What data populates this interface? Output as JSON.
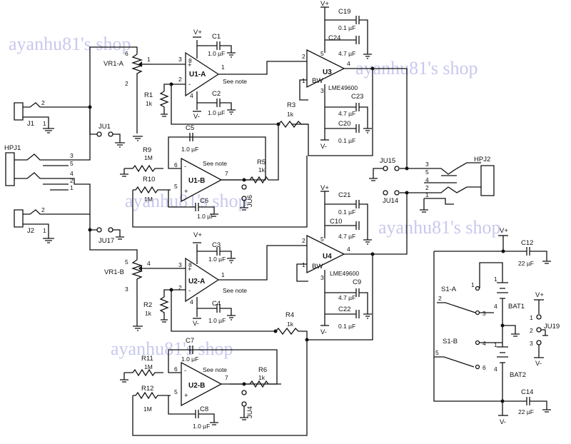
{
  "watermarks": [
    "ayanhu81's shop",
    "ayanhu81's shop",
    "ayanhu81's shop",
    "ayanhu81's shop",
    "ayanhu81's shop"
  ],
  "rails": {
    "vplus": "V+",
    "vminus": "V-"
  },
  "amps": {
    "u1a": {
      "ref": "U1-A",
      "note": "See note",
      "pins": {
        "in_p": "3",
        "in_n": "2",
        "out": "1",
        "vp": "8",
        "vm": "4"
      }
    },
    "u1b": {
      "ref": "U1-B",
      "note": "See note",
      "pins": {
        "in_p": "5",
        "in_n": "6",
        "out": "7"
      }
    },
    "u2a": {
      "ref": "U2-A",
      "note": "See note",
      "pins": {
        "in_p": "3",
        "in_n": "2",
        "out": "1",
        "vp": "8",
        "vm": "4"
      }
    },
    "u2b": {
      "ref": "U2-B",
      "note": "See note",
      "pins": {
        "in_p": "5",
        "in_n": "6",
        "out": "7"
      }
    },
    "u3": {
      "ref": "U3",
      "bw": "BW",
      "part": "LME49600",
      "pins": {
        "in": "2",
        "out": "4",
        "vp": "5",
        "vm": "3",
        "bw": "1"
      }
    },
    "u4": {
      "ref": "U4",
      "bw": "BW",
      "part": "LME49600",
      "pins": {
        "in": "2",
        "out": "4",
        "vp": "5",
        "vm": "3",
        "bw": "1"
      }
    }
  },
  "caps": {
    "c1": {
      "ref": "C1",
      "val": "1.0 µF"
    },
    "c2": {
      "ref": "C2",
      "val": "1.0 µF"
    },
    "c3": {
      "ref": "C3",
      "val": "1.0 µF"
    },
    "c4": {
      "ref": "C4",
      "val": "1.0 µF"
    },
    "c5": {
      "ref": "C5",
      "val": "1.0 µF"
    },
    "c6": {
      "ref": "C6",
      "val": "1.0 µF"
    },
    "c7": {
      "ref": "C7",
      "val": "1.0 µF"
    },
    "c8": {
      "ref": "C8",
      "val": "1.0 µF"
    },
    "c19": {
      "ref": "C19",
      "val": "0.1 µF"
    },
    "c24": {
      "ref": "C24",
      "val": "4.7 µF"
    },
    "c23": {
      "ref": "C23",
      "val": "4.7 µF"
    },
    "c20": {
      "ref": "C20",
      "val": "0.1 µF"
    },
    "c21": {
      "ref": "C21",
      "val": "0.1 µF"
    },
    "c10": {
      "ref": "C10",
      "val": "4.7 µF"
    },
    "c9": {
      "ref": "C9",
      "val": "4.7 µF"
    },
    "c22": {
      "ref": "C22",
      "val": "0.1 µF"
    },
    "c12": {
      "ref": "C12",
      "val": "22 µF"
    },
    "c14": {
      "ref": "C14",
      "val": "22 µF"
    }
  },
  "res": {
    "r1": {
      "ref": "R1",
      "val": "1k"
    },
    "r2": {
      "ref": "R2",
      "val": "1k"
    },
    "r3": {
      "ref": "R3",
      "val": "1k"
    },
    "r4": {
      "ref": "R4",
      "val": "1k"
    },
    "r5": {
      "ref": "R5",
      "val": "1k"
    },
    "r6": {
      "ref": "R6",
      "val": "1k"
    },
    "r9": {
      "ref": "R9",
      "val": "1M"
    },
    "r10": {
      "ref": "R10",
      "val": "1M"
    },
    "r11": {
      "ref": "R11",
      "val": "1M"
    },
    "r12": {
      "ref": "R12",
      "val": "1M"
    }
  },
  "pots": {
    "vr1a": {
      "ref": "VR1-A",
      "p1": "6",
      "p2": "1",
      "p3": "2"
    },
    "vr1b": {
      "ref": "VR1-B",
      "p1": "5",
      "p2": "4",
      "p3": "3"
    }
  },
  "jacks": {
    "j1": {
      "ref": "J1",
      "p1": "2",
      "p2": "1"
    },
    "j2": {
      "ref": "J2",
      "p1": "2",
      "p2": "1"
    },
    "hpj1": {
      "ref": "HPJ1",
      "pins": [
        "3",
        "5",
        "4",
        "2",
        "1"
      ]
    },
    "hpj2": {
      "ref": "HPJ2",
      "pins": [
        "3",
        "5",
        "4",
        "2",
        "1"
      ]
    }
  },
  "jumpers": {
    "ju1": "JU1",
    "ju17": "JU17",
    "ju6": "JU6",
    "ju4": "JU4",
    "ju15": "JU15",
    "ju14": "JU14",
    "ju19": "JU19"
  },
  "ju19_pins": [
    "1",
    "2",
    "3"
  ],
  "battery": {
    "s1a": "S1-A",
    "s1b": "S1-B",
    "bat1": "BAT1",
    "bat2": "BAT2",
    "s1a_pins": [
      "1",
      "2",
      "3"
    ],
    "s1b_pins": [
      "4",
      "5",
      "6"
    ],
    "bat1_pins": [
      "1",
      "4"
    ],
    "bat2_pins": [
      "1",
      "4"
    ]
  }
}
